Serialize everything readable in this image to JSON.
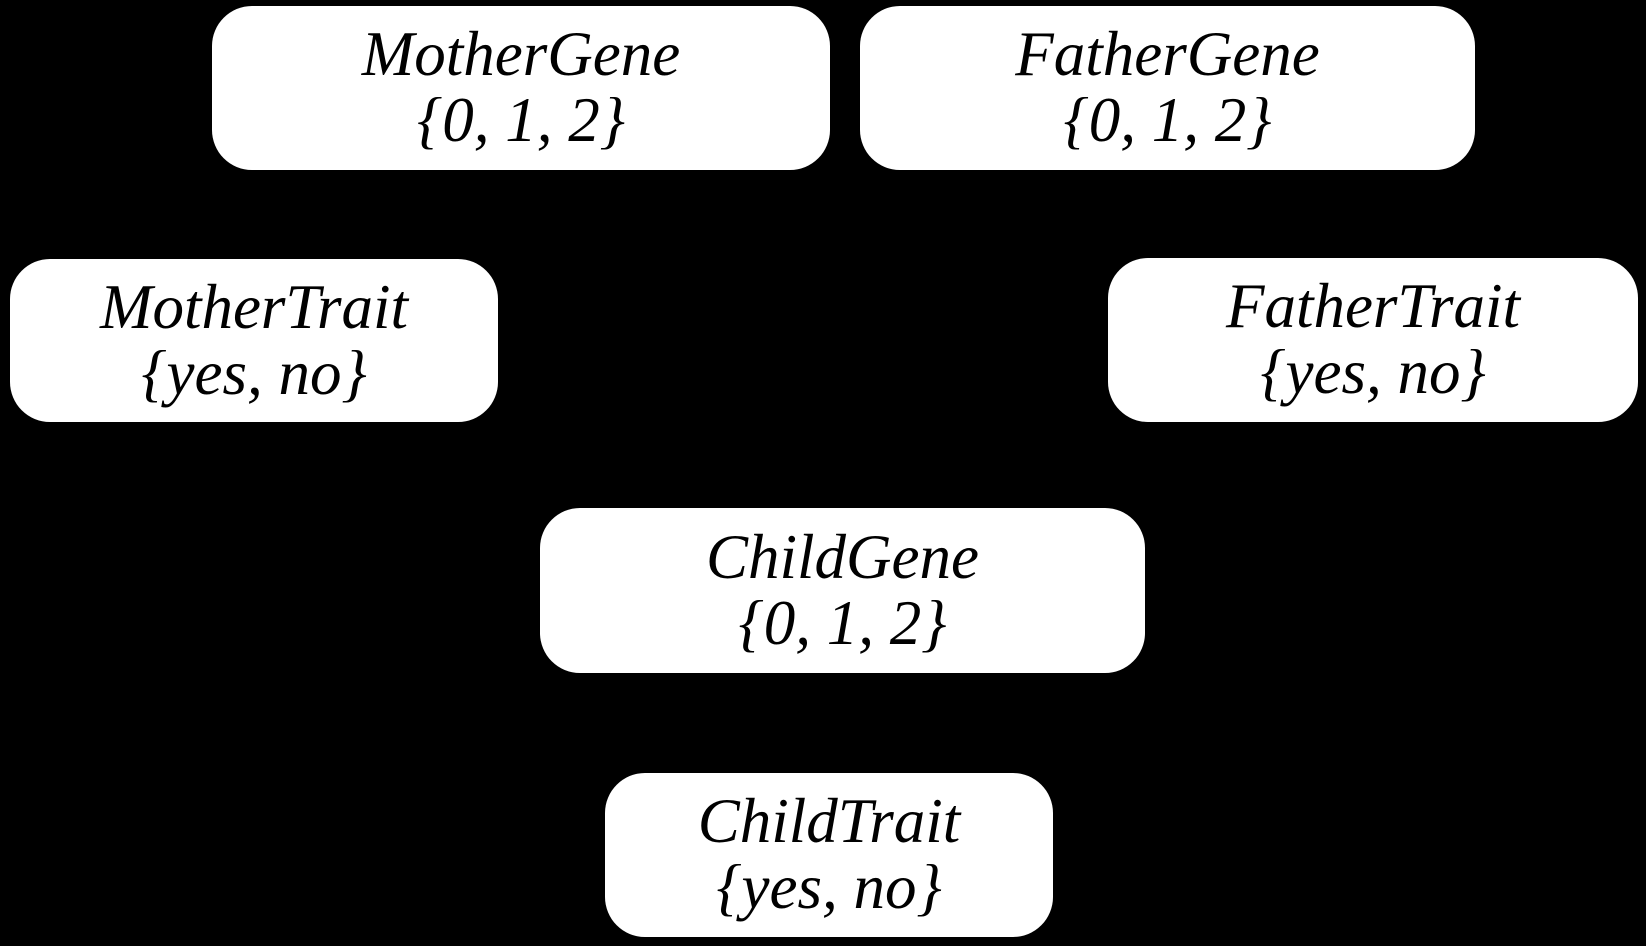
{
  "diagram": {
    "kind": "bayesian-network",
    "background_color": "#000000",
    "node_fill_color": "#ffffff",
    "node_text_color": "#000000"
  },
  "nodes": [
    {
      "id": "mother-gene",
      "name": "MotherGene",
      "values": "{0, 1, 2}"
    },
    {
      "id": "father-gene",
      "name": "FatherGene",
      "values": "{0, 1, 2}"
    },
    {
      "id": "mother-trait",
      "name": "MotherTrait",
      "values": "{yes, no}"
    },
    {
      "id": "father-trait",
      "name": "FatherTrait",
      "values": "{yes, no}"
    },
    {
      "id": "child-gene",
      "name": "ChildGene",
      "values": "{0, 1, 2}"
    },
    {
      "id": "child-trait",
      "name": "ChildTrait",
      "values": "{yes, no}"
    }
  ]
}
